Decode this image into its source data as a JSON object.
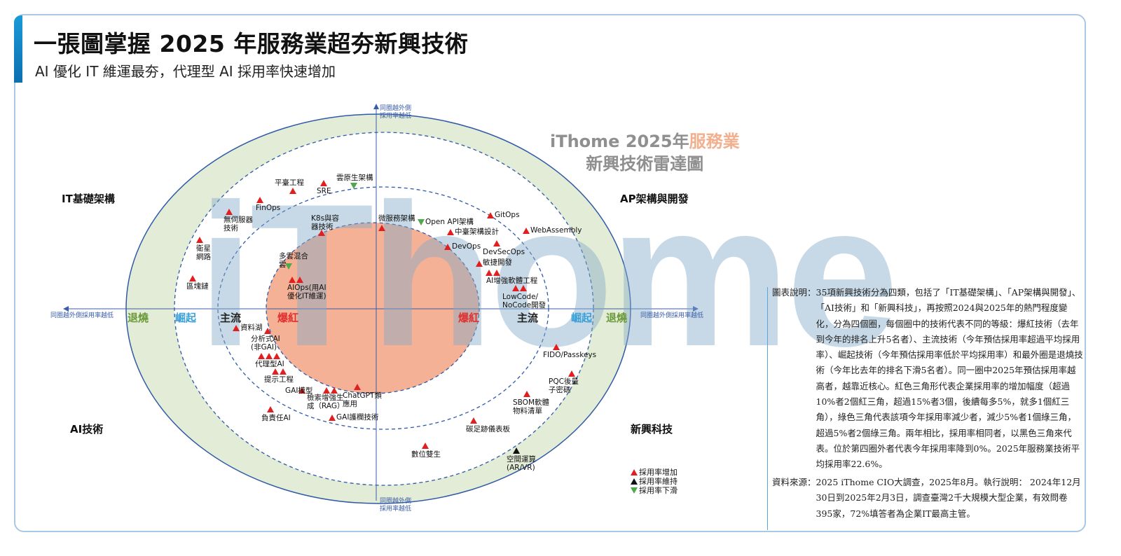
{
  "header": {
    "title": "一張圖掌握 2025 年服務業超夯新興技術",
    "subtitle": "AI 優化 IT 維運最夯，代理型 AI 採用率快速增加"
  },
  "watermark": {
    "brand": "iThome",
    "line1_a": "iThome 2025年",
    "line1_b": "服務業",
    "line2": "新興技術雷達圖"
  },
  "quadrants": {
    "top_left": "IT基礎架構",
    "top_right": "AP架構與開發",
    "bottom_left": "AI技術",
    "bottom_right": "新興科技"
  },
  "rings": {
    "hot": "爆紅",
    "mainstream": "主流",
    "rising": "崛起",
    "cooling": "退燒"
  },
  "axis_labels": {
    "horizontal": "同圈越外側採用率越低",
    "vertical_1": "同圈越外側",
    "vertical_2": "採用率越低"
  },
  "colors": {
    "increase": "#e02020",
    "decrease": "#4fa84a",
    "same": "#111111",
    "core": "#f4b195",
    "outer_band": "#e3ecd6"
  },
  "items": [
    {
      "label": "無伺服器\n技術",
      "trend": "up",
      "count": 1
    },
    {
      "label": "FinOps",
      "trend": "up",
      "count": 1
    },
    {
      "label": "平臺工程",
      "trend": "up",
      "count": 1
    },
    {
      "label": "SRE",
      "trend": "up",
      "count": 1
    },
    {
      "label": "雲原生架構",
      "trend": "down",
      "count": 1
    },
    {
      "label": "K8s與容\n器技術",
      "trend": "up",
      "count": 1
    },
    {
      "label": "衛星\n網路",
      "trend": "up",
      "count": 1
    },
    {
      "label": "區塊鏈",
      "trend": "up",
      "count": 1
    },
    {
      "label": "多雲混合\n雲",
      "trend": "down",
      "count": 1
    },
    {
      "label": "AIOps(用AI\n優化IT維運)",
      "trend": "up",
      "count": 2
    },
    {
      "label": "微服務架構",
      "trend": "up",
      "count": 1
    },
    {
      "label": "Open API架構",
      "trend": "down",
      "count": 1
    },
    {
      "label": "中臺架構設計",
      "trend": "up",
      "count": 1
    },
    {
      "label": "GitOps",
      "trend": "up",
      "count": 1
    },
    {
      "label": "WebAssembly",
      "trend": "up",
      "count": 1
    },
    {
      "label": "DevOps",
      "trend": "up",
      "count": 1
    },
    {
      "label": "DevSecOps",
      "trend": "up",
      "count": 1
    },
    {
      "label": "敏捷開發",
      "trend": "up",
      "count": 1
    },
    {
      "label": "AI增強軟體工程",
      "trend": "up",
      "count": 2
    },
    {
      "label": "LowCode/\nNoCode開發",
      "trend": "up",
      "count": 2
    },
    {
      "label": "資料湖",
      "trend": "up",
      "count": 1
    },
    {
      "label": "分析式AI\n(非GAI)",
      "trend": "up",
      "count": 1
    },
    {
      "label": "代理型AI",
      "trend": "up",
      "count": 3
    },
    {
      "label": "提示工程",
      "trend": "up",
      "count": 2
    },
    {
      "label": "GAI模型",
      "trend": "up",
      "count": 1
    },
    {
      "label": "檢索增強生\n成（RAG）",
      "trend": "up",
      "count": 2
    },
    {
      "label": "ChatGPT類\n應用",
      "trend": "up",
      "count": 1
    },
    {
      "label": "負責任AI",
      "trend": "up",
      "count": 1
    },
    {
      "label": "GAI護欄技術",
      "trend": "up",
      "count": 1
    },
    {
      "label": "FIDO/Passkeys",
      "trend": "up",
      "count": 1
    },
    {
      "label": "PQC後量\n子密碼",
      "trend": "up",
      "count": 1
    },
    {
      "label": "SBOM軟體\n物料清單",
      "trend": "up",
      "count": 1
    },
    {
      "label": "碳足跡儀表板",
      "trend": "up",
      "count": 1
    },
    {
      "label": "數位雙生",
      "trend": "up",
      "count": 1
    },
    {
      "label": "空間運算\n(AR/VR)",
      "trend": "same",
      "count": 1
    }
  ],
  "legend": {
    "up": "採用率增加",
    "same": "採用率維持",
    "down": "採用率下滑"
  },
  "notes": {
    "desc_label": "圖表說明：",
    "desc": "35項新興技術分為四類，包括了「IT基礎架構」、「AP架構與開發」、「AI技術」和「新興科技」，再按照2024與2025年的熱門程度變化，分為四個圈，每個圈中的技術代表不同的等級：爆紅技術（去年到今年的排名上升5名者）、主流技術（今年預估採用率超過平均採用率）、崛起技術（今年預估採用率低於平均採用率）和最外圈是退燒技術（今年比去年的排名下滑5名者）。同一圈中2025年預估採用率越高者，越靠近核心。紅色三角形代表企業採用率的增加幅度（超過10%者2個紅三角，超過15%者3個，後續每多5%，就多1個紅三角），綠色三角代表該項今年採用率減少者，減少5%者1個綠三角，超過5%者2個綠三角。兩年相比，採用率相同者，以黑色三角來代表。位於第四圈外者代表今年採用率降到0%。2025年服務業技術平均採用率22.6%。",
    "source_label": "資料來源：",
    "source": "2025 iThome CIO大調查，2025年8月。執行說明： 2024年12月30日到2025年2月3日，調查臺灣2千大規模大型企業，有效問卷395家，72%填答者為企業IT最高主管。"
  }
}
